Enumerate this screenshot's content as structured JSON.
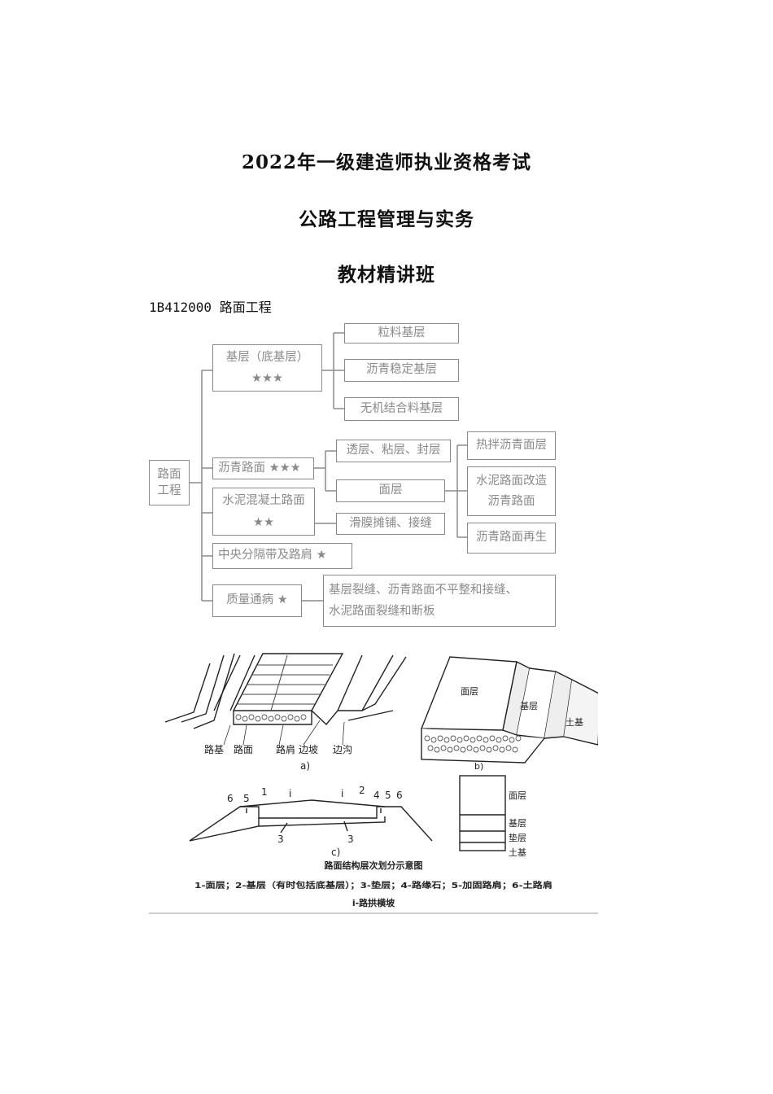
{
  "header": {
    "title1": "2022年一级建造师执业资格考试",
    "title2": "公路工程管理与实务",
    "title3": "教材精讲班",
    "section": "1B412000 路面工程"
  },
  "tree": {
    "root": [
      "路面",
      "工程"
    ],
    "base": [
      "基层（底基层）",
      "★★★"
    ],
    "base_children": [
      "粒料基层",
      "沥青稳定基层",
      "无机结合料基层"
    ],
    "asphalt": "沥青路面 ★★★",
    "concrete": [
      "水泥混凝土路面",
      "★★"
    ],
    "coat": "透层、粘层、封层",
    "surface": "面层",
    "slip": "滑膜摊铺、接缝",
    "surface_children": [
      "热拌沥青面层",
      "水泥路面改造",
      "沥青路面",
      "沥青路面再生"
    ],
    "median": "中央分隔带及路肩 ★",
    "quality": "质量通病 ★",
    "quality_detail": [
      "基层裂缝、沥青路面不平整和接缝、",
      "水泥路面裂缝和断板"
    ]
  },
  "figure": {
    "label_a": "a)",
    "label_b": "b)",
    "label_c": "c)",
    "a_labels": [
      "路基",
      "路面",
      "路肩",
      "边坡",
      "边沟"
    ],
    "b_labels": [
      "面层",
      "基层",
      "土基"
    ],
    "c_numbers": [
      "6",
      "5",
      "1",
      "i",
      "i",
      "2",
      "4",
      "5",
      "6",
      "3",
      "3"
    ],
    "c_side_labels": [
      "面层",
      "基层",
      "垫层",
      "土基"
    ],
    "caption_title": "路面结构层次划分示意图",
    "caption_legend": "1-面层；2-基层（有时包括底基层）；3-垫层；4-路缘石；5-加固路肩；6-土路肩",
    "caption_slope": "i-路拱横坡"
  },
  "colors": {
    "box_border": "#8a8a8a",
    "box_text": "#8a8a8a",
    "line": "#8a8a8a"
  }
}
